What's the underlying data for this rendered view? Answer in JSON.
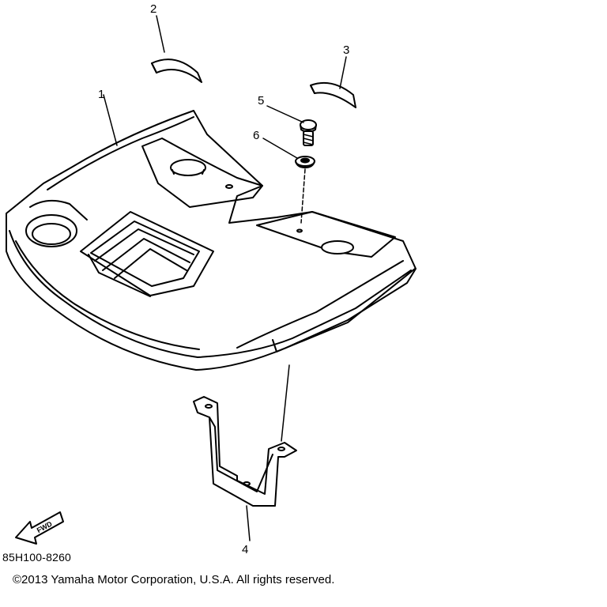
{
  "diagram": {
    "callouts": [
      {
        "id": "1",
        "label": "1"
      },
      {
        "id": "2",
        "label": "2"
      },
      {
        "id": "3",
        "label": "3"
      },
      {
        "id": "4",
        "label": "4"
      },
      {
        "id": "5",
        "label": "5"
      },
      {
        "id": "6",
        "label": "6"
      }
    ],
    "fwd_label": "FWD",
    "part_code": "85H100-8260",
    "copyright": "©2013 Yamaha Motor Corporation, U.S.A. All rights reserved."
  }
}
